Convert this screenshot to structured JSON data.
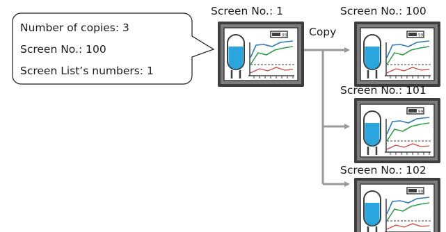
{
  "callout": {
    "line1": "Number of copies: 3",
    "line2": "Screen No.: 100",
    "line3": "Screen List’s numbers: 1"
  },
  "source": {
    "label": "Screen No.: 1"
  },
  "action": {
    "label": "Copy"
  },
  "copies": [
    {
      "label": "Screen No.: 100"
    },
    {
      "label": "Screen No.: 101"
    },
    {
      "label": "Screen No.: 102"
    }
  ],
  "thumbnail": {
    "readout": "99"
  },
  "colors": {
    "screen_frame": "#3d3d3d",
    "screen_body": "#7d7d7d",
    "tank_fill": "#2aa5de",
    "trend_blue": "#2b79b9",
    "trend_green": "#2e9e4a",
    "trend_red": "#d0453a",
    "arrow": "#9a9a9a"
  }
}
